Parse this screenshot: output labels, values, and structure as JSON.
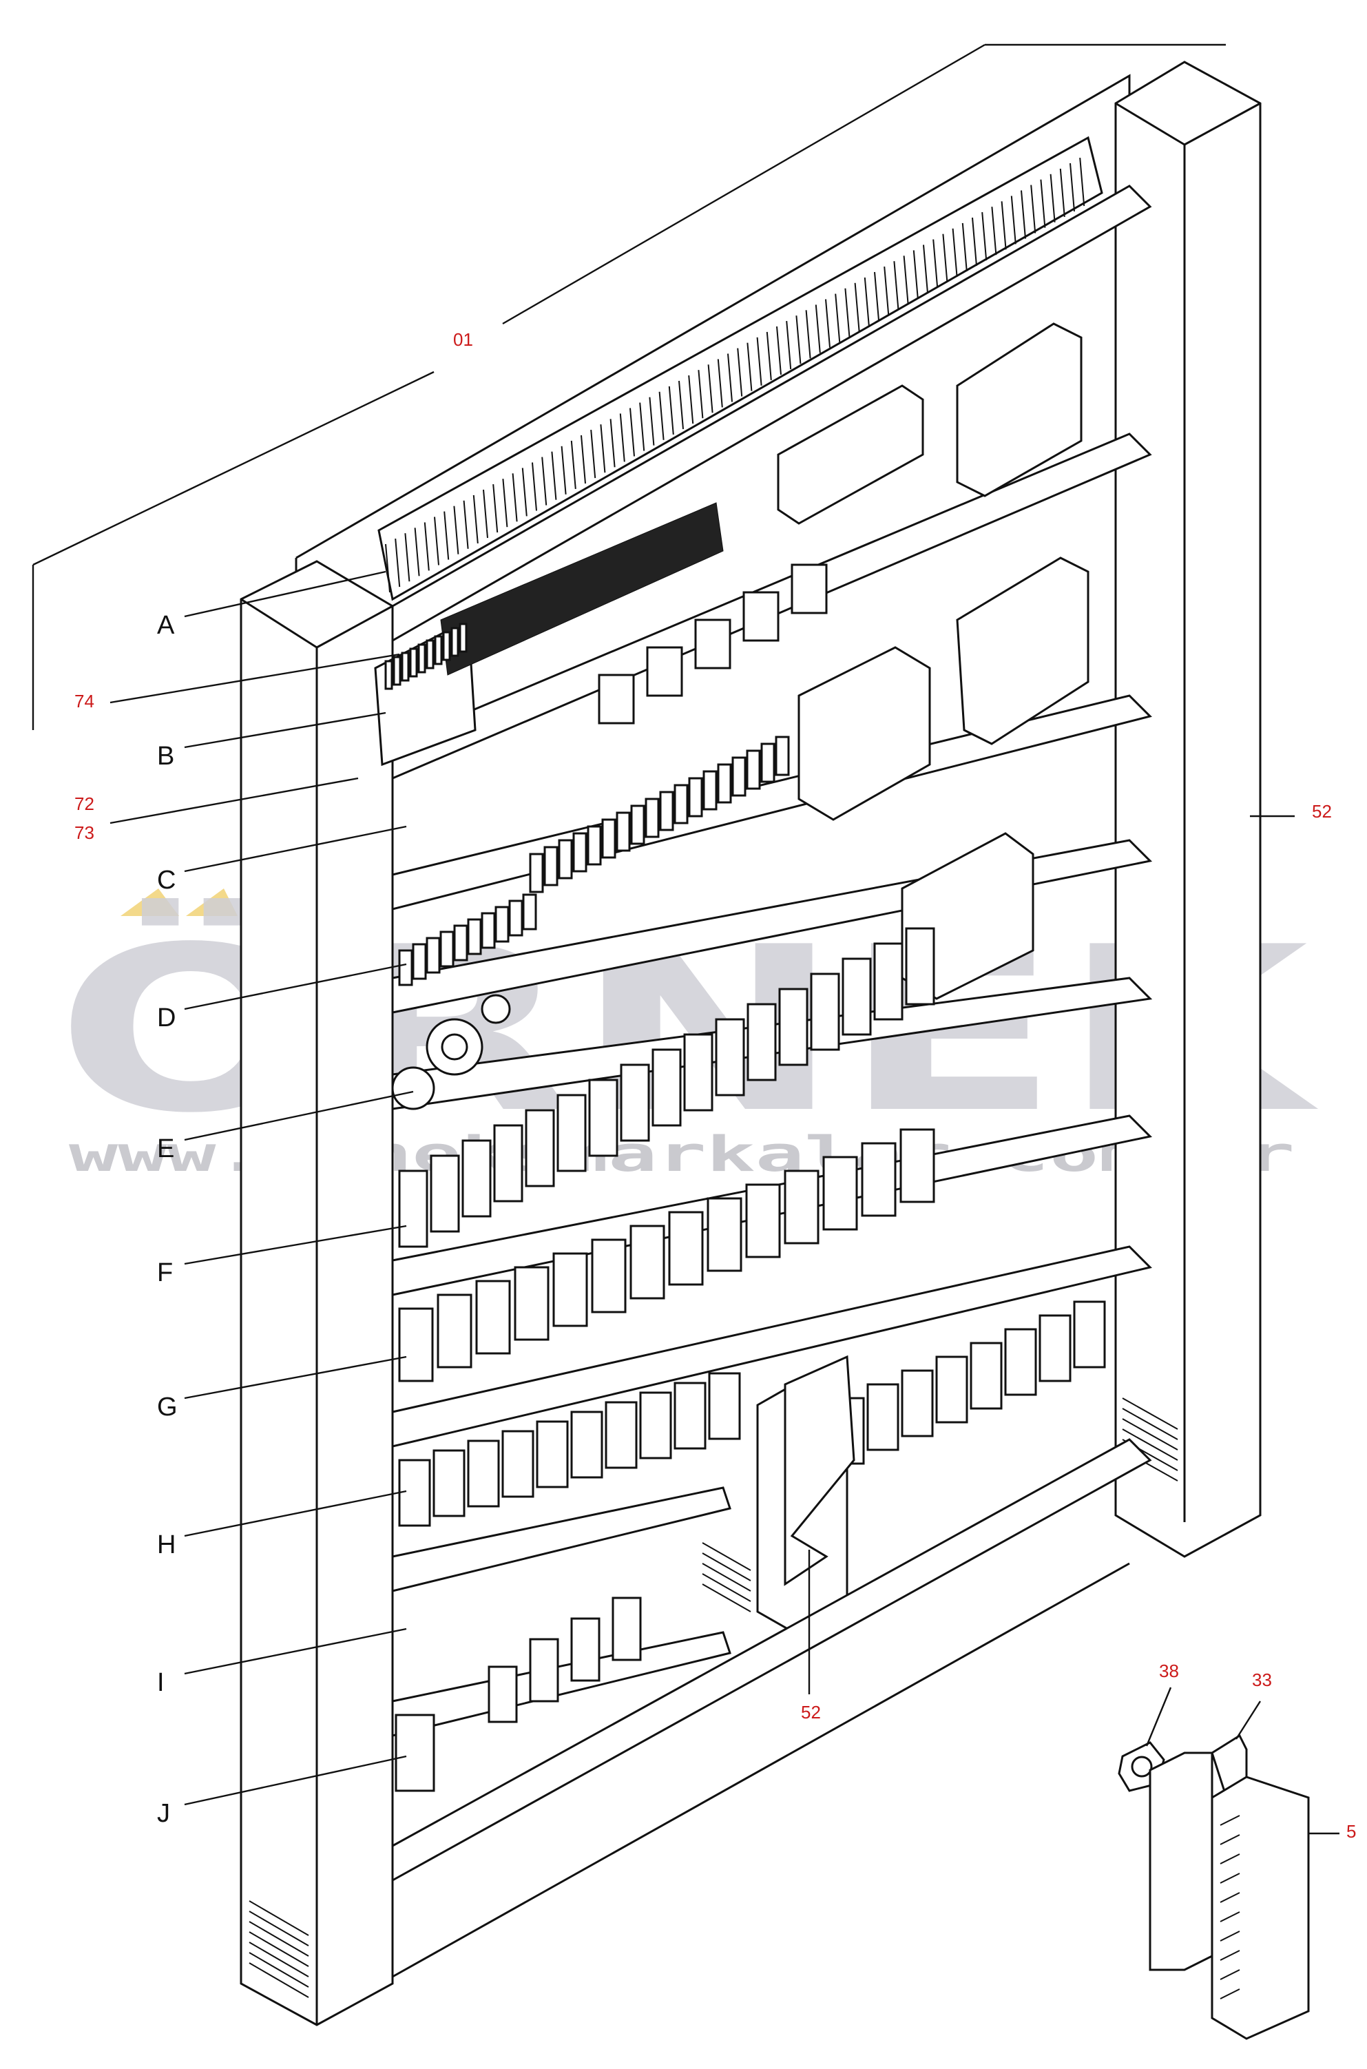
{
  "watermark": {
    "brand": "ÖRNEK",
    "url": "www.orneksmarkalar.com.tr",
    "accent": "#f3d98a"
  },
  "section_labels": [
    "A",
    "B",
    "C",
    "D",
    "E",
    "F",
    "G",
    "H",
    "I",
    "J"
  ],
  "part_numbers": {
    "assembly": "01",
    "p74": "74",
    "p72": "72",
    "p73": "73",
    "p52_right": "52",
    "p52_bottom": "52",
    "p38": "38",
    "p33": "33",
    "p5": "5"
  },
  "colors": {
    "lines": "#111111",
    "part_numbers": "#cc1a1a",
    "watermark": "#cfcfd6"
  }
}
